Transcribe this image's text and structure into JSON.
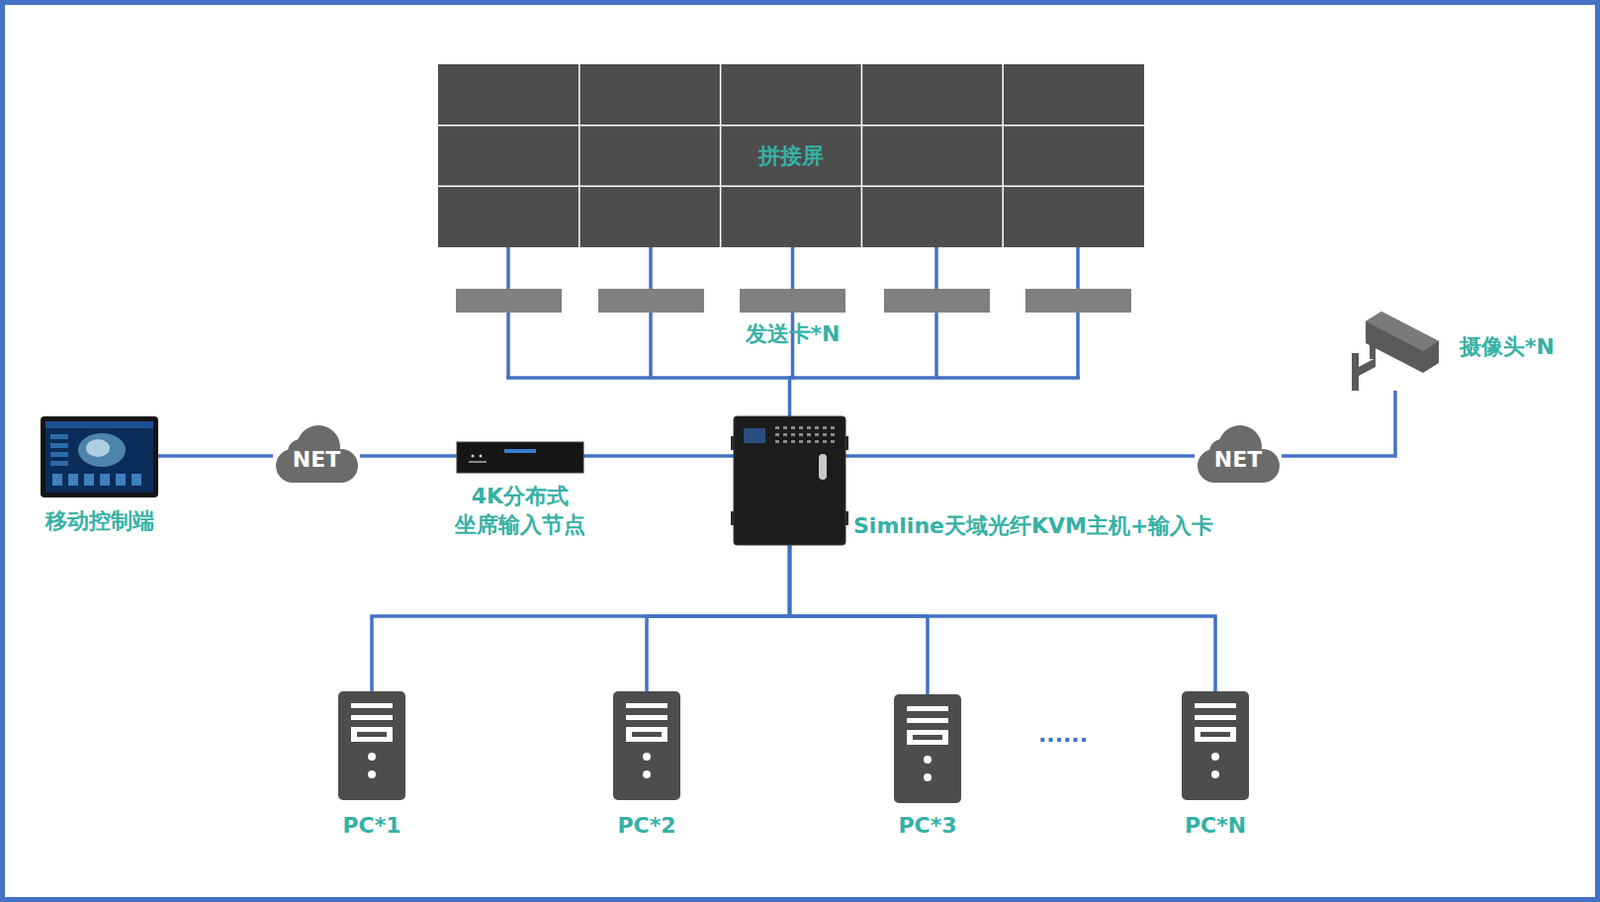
{
  "diagram": {
    "nodes": [
      {
        "text": [
          "拼接屏"
        ]
      },
      {
        "text": [
          "发送卡*N"
        ]
      },
      {
        "text": [
          "摄像头*N"
        ]
      },
      {
        "text": [
          "移动控制端"
        ]
      },
      {
        "text": [
          "NET"
        ]
      },
      {
        "text": [
          "4K分布式 坐席输入节点"
        ]
      },
      {
        "text": [
          "Simline天域光纤KVM主机+输入卡"
        ]
      },
      {
        "text": [
          "NET"
        ]
      },
      {
        "text": [
          "PC*1"
        ]
      },
      {
        "text": [
          "PC*2"
        ]
      },
      {
        "text": [
          "PC*3"
        ]
      },
      {
        "text": [
          "PC*N"
        ]
      }
    ],
    "edges": [
      {
        "from": 0,
        "to": 1,
        "arrow": "none"
      },
      {
        "from": 1,
        "to": 6,
        "arrow": "none"
      },
      {
        "from": 3,
        "to": 4,
        "arrow": "none"
      },
      {
        "from": 4,
        "to": 5,
        "arrow": "none"
      },
      {
        "from": 5,
        "to": 6,
        "arrow": "none"
      },
      {
        "from": 6,
        "to": 7,
        "arrow": "none"
      },
      {
        "from": 7,
        "to": 2,
        "arrow": "none"
      },
      {
        "from": 6,
        "to": 8,
        "arrow": "none"
      },
      {
        "from": 6,
        "to": 9,
        "arrow": "none"
      },
      {
        "from": 6,
        "to": 10,
        "arrow": "none"
      },
      {
        "from": 6,
        "to": 11,
        "arrow": "none"
      }
    ],
    "labels": [
      "......"
    ]
  }
}
